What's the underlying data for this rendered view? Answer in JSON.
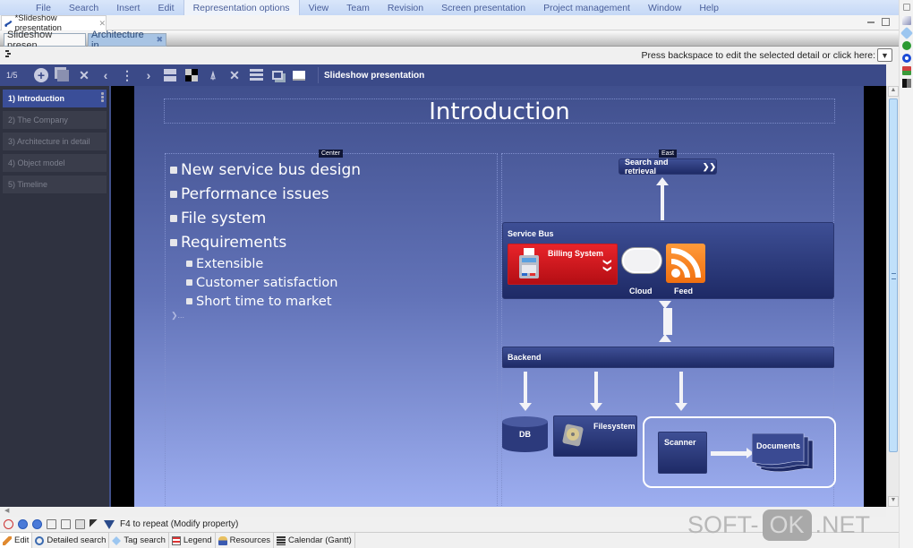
{
  "menubar": {
    "items": [
      "File",
      "Search",
      "Insert",
      "Edit",
      "Representation options",
      "View",
      "Team",
      "Revision",
      "Screen presentation",
      "Project management",
      "Window",
      "Help"
    ],
    "active_index": 4
  },
  "editor_tab": {
    "label": "*Slideshow presentation"
  },
  "subtabs": [
    {
      "label": "Slideshow presen..."
    },
    {
      "label": "Architecture in ..."
    }
  ],
  "hint": {
    "text": "Press backspace to edit the selected detail or click here:"
  },
  "slide_toolbar": {
    "page_counter": "1/5",
    "title": "Slideshow presentation",
    "buttons": [
      "add-slide",
      "duplicate-slide",
      "delete-slide",
      "previous-slide",
      "more-options",
      "next-slide",
      "layout-split",
      "checkerboard",
      "style",
      "tools",
      "list-view",
      "windows",
      "presentation-screen"
    ]
  },
  "slides": [
    {
      "label": "1) Introduction",
      "active": true
    },
    {
      "label": "2) The Company",
      "active": false
    },
    {
      "label": "3) Architecture in detail",
      "active": false
    },
    {
      "label": "4) Object model",
      "active": false
    },
    {
      "label": "5) Timeline",
      "active": false
    }
  ],
  "slide": {
    "title": "Introduction",
    "center_tag": "Center",
    "east_tag": "East",
    "bullets": [
      {
        "text": "New service bus design",
        "level": 1
      },
      {
        "text": "Performance issues",
        "level": 1
      },
      {
        "text": "File system",
        "level": 1
      },
      {
        "text": "Requirements",
        "level": 1
      },
      {
        "text": "Extensible",
        "level": 2
      },
      {
        "text": "Customer satisfaction",
        "level": 2
      },
      {
        "text": "Short time to market",
        "level": 2
      }
    ],
    "more_marker": "..."
  },
  "diagram": {
    "search": "Search and retrieval",
    "service_bus": "Service Bus",
    "billing": "Billing System",
    "cloud": "Cloud",
    "feed": "Feed",
    "backend": "Backend",
    "db": "DB",
    "filesystem": "Filesystem",
    "scanner": "Scanner",
    "documents": "Documents",
    "chevron": "»"
  },
  "statusbar": {
    "text": "F4 to repeat (Modify property)"
  },
  "bottom_tabs": [
    {
      "label": "Edit",
      "icon": "pencil-icon"
    },
    {
      "label": "Detailed search",
      "icon": "magnifier-icon"
    },
    {
      "label": "Tag search",
      "icon": "tag-icon"
    },
    {
      "label": "Legend",
      "icon": "legend-icon"
    },
    {
      "label": "Resources",
      "icon": "person-icon"
    },
    {
      "label": "Calendar (Gantt)",
      "icon": "calendar-icon"
    }
  ],
  "watermark": {
    "left": "SOFT-",
    "mid": "OK",
    "right": ".NET"
  },
  "colors": {
    "toolbar": "#3b4a88",
    "slide_top": "#404f8d",
    "slide_bottom": "#9daef0",
    "billing_red": "#d8161c",
    "feed_orange": "#f58220"
  }
}
